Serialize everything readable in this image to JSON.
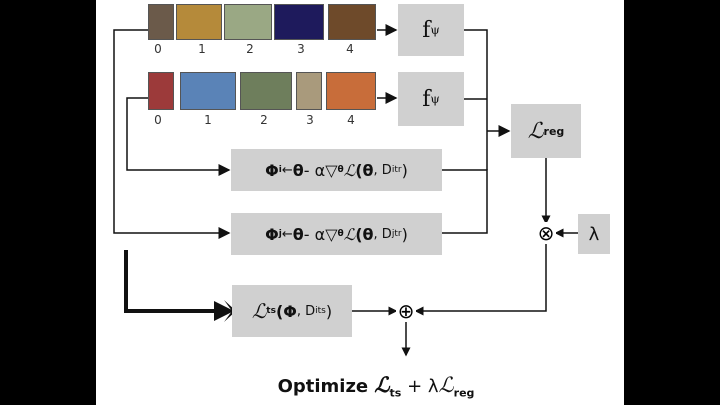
{
  "rows": [
    {
      "indices": [
        "0",
        "1",
        "2",
        "3",
        "4"
      ],
      "thumb_colors": [
        "#6b5a4a",
        "#b58a3a",
        "#9aa884",
        "#1e1a5c",
        "#6e4a2a"
      ]
    },
    {
      "indices": [
        "0",
        "1",
        "2",
        "3",
        "4"
      ],
      "thumb_colors": [
        "#9c3a3a",
        "#5a83b7",
        "#6e7e5c",
        "#a99a7c",
        "#c86d3a"
      ]
    }
  ],
  "f_box_1": {
    "f": "f",
    "sub": "ψ"
  },
  "f_box_2": {
    "f": "f",
    "sub": "ψ"
  },
  "reg_box": {
    "L": "ℒ",
    "sub": "reg"
  },
  "lambda_box": {
    "text": "λ"
  },
  "phi_i": {
    "phi": "Φ",
    "sub": "i",
    "arrow": "←",
    "theta": "θ",
    "minus": " - α",
    "nabla": "▽",
    "nabla_sub": "θ",
    "L": "ℒ",
    "open": "(",
    "theta2": "θ",
    "comma": ", D",
    "D_sub": "i",
    "D_sup": "tr",
    "close": ")"
  },
  "phi_j": {
    "phi": "Φ",
    "sub": "j",
    "arrow": "←",
    "theta": "θ",
    "minus": " - α",
    "nabla": "▽",
    "nabla_sub": "θ",
    "L": "ℒ",
    "open": "(",
    "theta2": "θ",
    "comma": ", D",
    "D_sub": "j",
    "D_sup": "tr",
    "close": ")"
  },
  "lts_box": {
    "L": "ℒ",
    "sub": "ts",
    "open": "(",
    "phi": "Φ",
    "comma": ", D",
    "D_sub": "i",
    "D_sup": "ts",
    "close": ")"
  },
  "otimes": "⊗",
  "oplus": "⊕",
  "objective": {
    "text": "Optimize ",
    "L": "ℒ",
    "sub1": "ts",
    "plus": " + λ",
    "L2": "ℒ",
    "sub2": "reg"
  }
}
